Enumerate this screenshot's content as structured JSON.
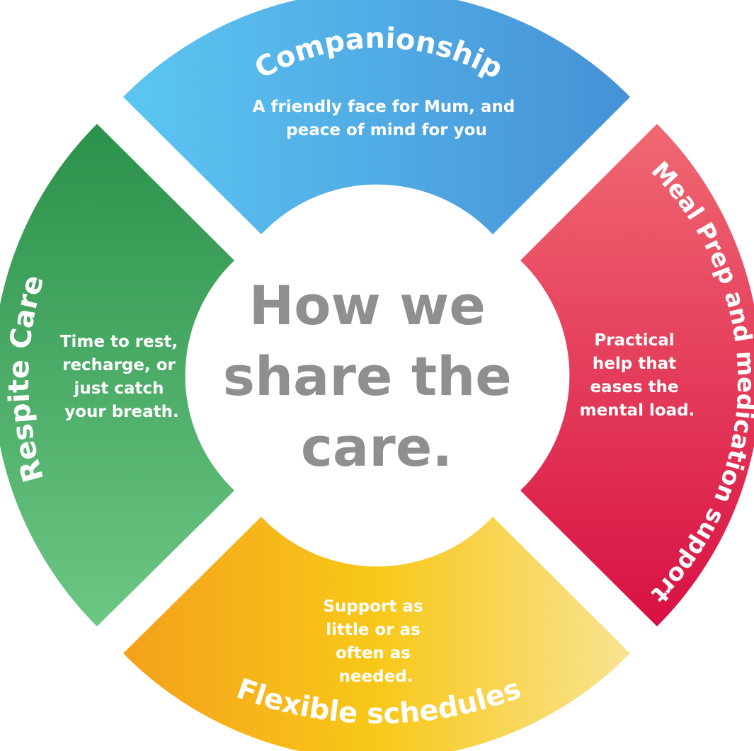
{
  "center": {
    "lines": [
      "How we",
      "share the",
      "care."
    ],
    "color": "#8f8f8f"
  },
  "segments": [
    {
      "id": "companionship",
      "title": "Companionship",
      "description": [
        "A friendly face for Mum, and",
        "peace of mind for you"
      ],
      "colors": [
        "#5cc6f2",
        "#4591d6"
      ]
    },
    {
      "id": "meal-prep",
      "title": "Meal Prep and medication support",
      "description": [
        "Practical",
        "help that",
        "eases the",
        "mental load."
      ],
      "colors": [
        "#f06872",
        "#d81143"
      ]
    },
    {
      "id": "flexible",
      "title": "Flexible schedules",
      "description": [
        "Support as",
        "little or as",
        "often as",
        "needed."
      ],
      "colors": [
        "#f4a11a",
        "#f9e392"
      ]
    },
    {
      "id": "respite",
      "title": "Respite Care",
      "description": [
        "Time to rest,",
        "recharge, or",
        "just catch",
        "your breath."
      ],
      "colors": [
        "#2b914b",
        "#6cc784"
      ]
    }
  ]
}
